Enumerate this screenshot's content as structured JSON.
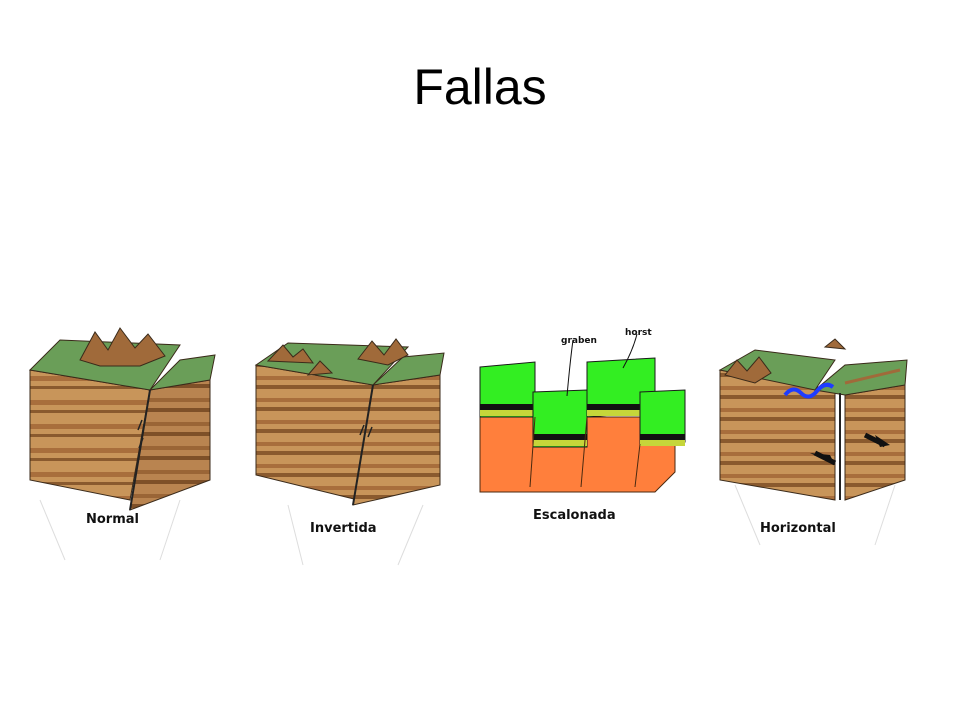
{
  "slide": {
    "title": "Fallas"
  },
  "blocks": [
    {
      "caption": "Normal"
    },
    {
      "caption": "Invertida"
    },
    {
      "caption": "Escalonada",
      "labels": {
        "graben": "graben",
        "horst": "horst"
      }
    },
    {
      "caption": "Horizontal"
    }
  ],
  "colors": {
    "surface_green": "#6a9e58",
    "strata_light": "#c8955a",
    "strata_dark": "#8a5a2e",
    "mountain": "#a06a3a",
    "block_green": "#33ee22",
    "block_orange": "#ff7f3c",
    "river_blue": "#1e3cff"
  }
}
